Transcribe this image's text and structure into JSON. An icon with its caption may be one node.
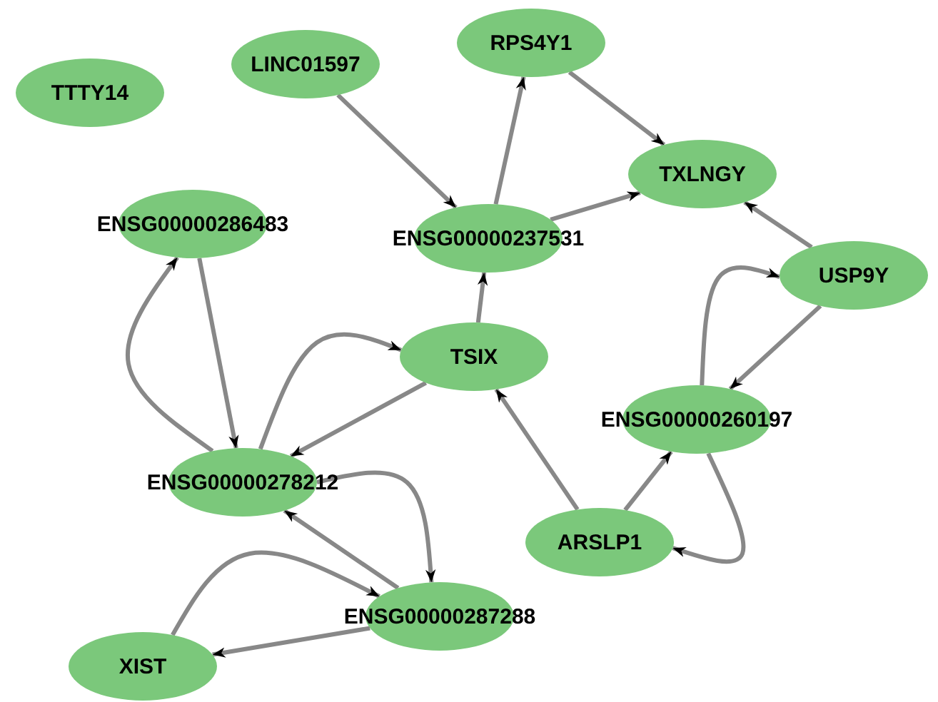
{
  "diagram": {
    "nodes": [
      {
        "text": [
          "TTTY14"
        ]
      },
      {
        "text": [
          "LINC01597"
        ]
      },
      {
        "text": [
          "RPS4Y1"
        ]
      },
      {
        "text": [
          "ENSG00000286483"
        ]
      },
      {
        "text": [
          "ENSG00000237531"
        ]
      },
      {
        "text": [
          "TXLNGY"
        ]
      },
      {
        "text": [
          "USP9Y"
        ]
      },
      {
        "text": [
          "TSIX"
        ]
      },
      {
        "text": [
          "ENSG00000260197"
        ]
      },
      {
        "text": [
          "ENSG00000278212"
        ]
      },
      {
        "text": [
          "ARSLP1"
        ]
      },
      {
        "text": [
          "ENSG00000287288"
        ]
      },
      {
        "text": [
          "XIST"
        ]
      }
    ],
    "edges": [
      {
        "from": 1,
        "to": 4,
        "arrow": "to"
      },
      {
        "from": 4,
        "to": 2,
        "arrow": "to"
      },
      {
        "from": 2,
        "to": 5,
        "arrow": "to"
      },
      {
        "from": 4,
        "to": 5,
        "arrow": "to"
      },
      {
        "from": 6,
        "to": 5,
        "arrow": "to"
      },
      {
        "from": 6,
        "to": 8,
        "arrow": "to"
      },
      {
        "from": 8,
        "to": 6,
        "arrow": "to"
      },
      {
        "from": 8,
        "to": 10,
        "arrow": "to"
      },
      {
        "from": 10,
        "to": 8,
        "arrow": "to"
      },
      {
        "from": 10,
        "to": 7,
        "arrow": "to"
      },
      {
        "from": 7,
        "to": 4,
        "arrow": "to"
      },
      {
        "from": 7,
        "to": 9,
        "arrow": "to"
      },
      {
        "from": 9,
        "to": 7,
        "arrow": "to"
      },
      {
        "from": 9,
        "to": 3,
        "arrow": "to"
      },
      {
        "from": 3,
        "to": 9,
        "arrow": "to"
      },
      {
        "from": 9,
        "to": 11,
        "arrow": "to"
      },
      {
        "from": 11,
        "to": 9,
        "arrow": "to"
      },
      {
        "from": 12,
        "to": 11,
        "arrow": "to"
      },
      {
        "from": 11,
        "to": 12,
        "arrow": "to"
      }
    ]
  }
}
